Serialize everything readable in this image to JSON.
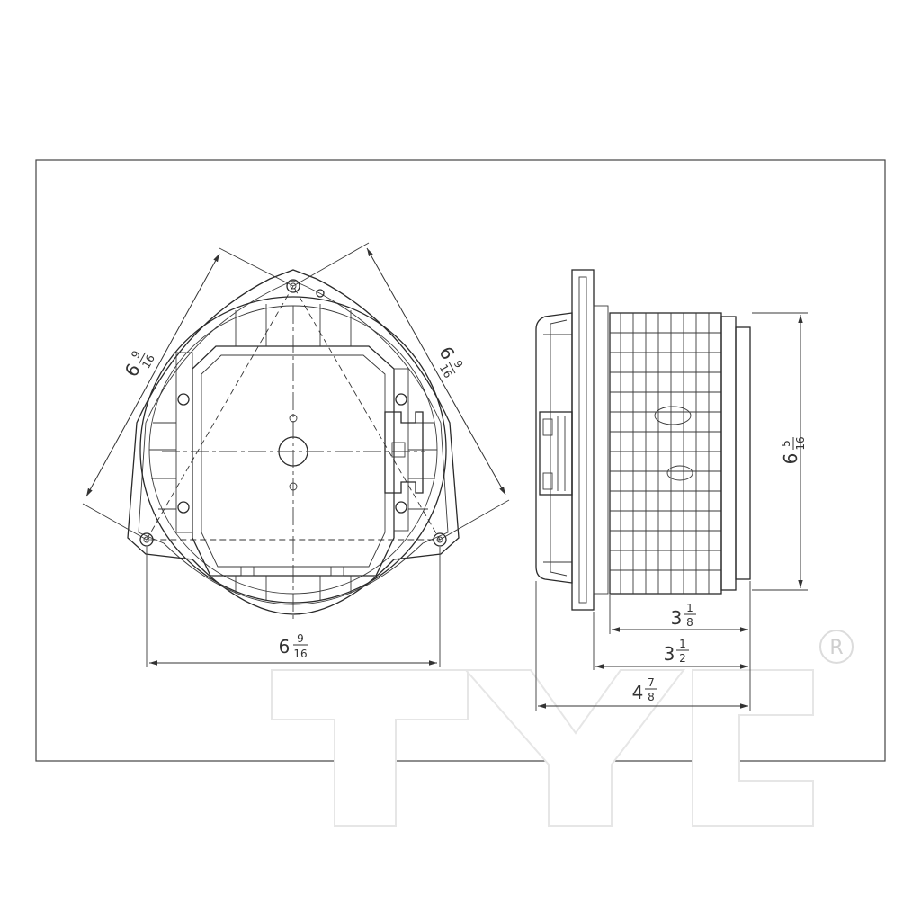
{
  "dimensions": {
    "left_width": {
      "whole": "6",
      "num": "9",
      "den": "16"
    },
    "left_diag_a": {
      "whole": "6",
      "num": "9",
      "den": "16"
    },
    "left_diag_b": {
      "whole": "6",
      "num": "9",
      "den": "16"
    },
    "right_height": {
      "whole": "6",
      "num": "5",
      "den": "16"
    },
    "depth_inner": {
      "whole": "3",
      "num": "1",
      "den": "8"
    },
    "depth_mid": {
      "whole": "3",
      "num": "1",
      "den": "2"
    },
    "depth_total": {
      "whole": "4",
      "num": "7",
      "den": "8"
    }
  },
  "brand": {
    "watermark": "TYC",
    "registered": "R"
  },
  "colors": {
    "line": "#2a2a2a",
    "watermark_outline": "#e6e6e6"
  }
}
